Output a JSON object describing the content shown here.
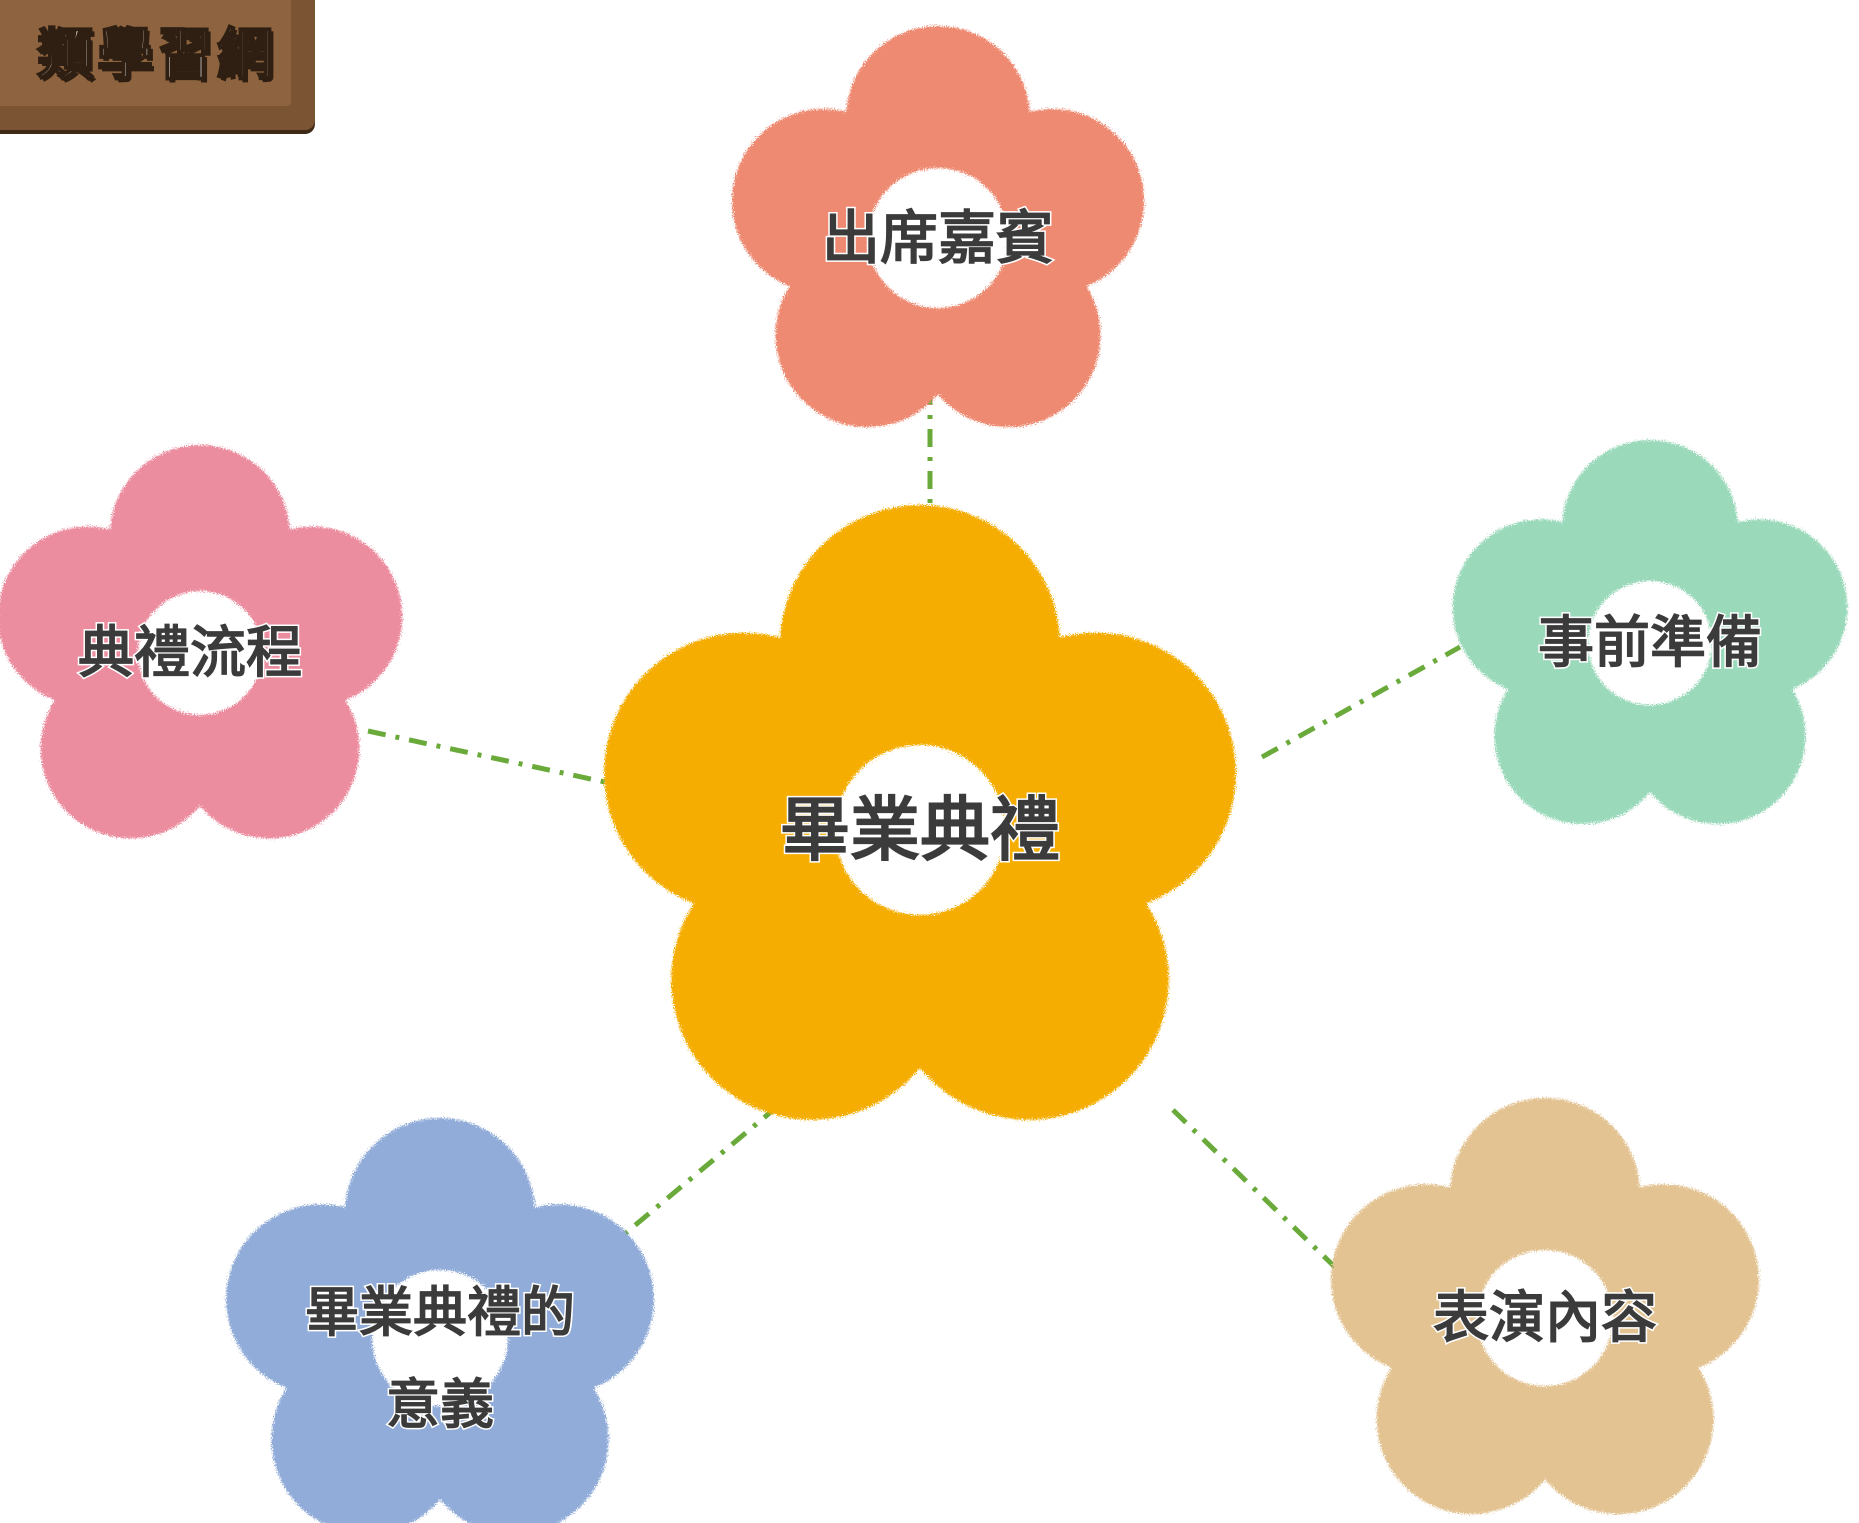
{
  "board": {
    "title": "類學習網"
  },
  "diagram": {
    "center": {
      "label": "畢業典禮",
      "color": "#f4ad00"
    },
    "branches": [
      {
        "id": "guests",
        "label": "出席嘉賓",
        "color": "#ef8a72"
      },
      {
        "id": "prep",
        "label": "事前準備",
        "color": "#9bd9bb"
      },
      {
        "id": "performance",
        "label": "表演內容",
        "color": "#e3c392"
      },
      {
        "id": "meaning",
        "label_lines": [
          "畢業典禮的",
          "意義"
        ],
        "color": "#91acd8"
      },
      {
        "id": "process",
        "label": "典禮流程",
        "color": "#ec8c9f"
      }
    ],
    "connector_color": "#6aaa3a",
    "connector_style": "dash-dot"
  }
}
